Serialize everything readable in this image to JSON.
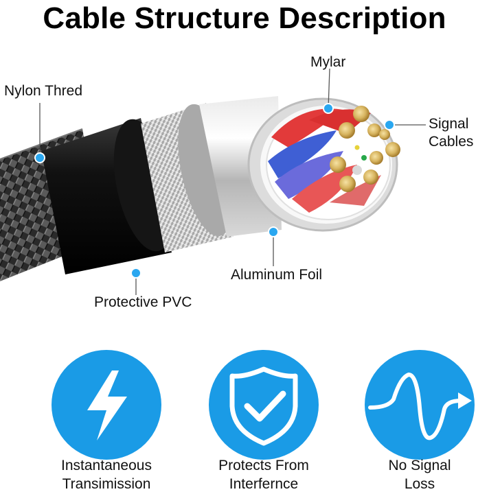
{
  "title": "Cable Structure Description",
  "labels": {
    "mylar": "Mylar",
    "nylon": "Nylon Thred",
    "signal_line1": "Signal",
    "signal_line2": "Cables",
    "aluminum": "Aluminum Foil",
    "pvc": "Protective PVC"
  },
  "features": [
    {
      "icon": "lightning-icon",
      "line1": "Instantaneous",
      "line2": "Transimission"
    },
    {
      "icon": "shield-check-icon",
      "line1": "Protects From",
      "line2": "Interfernce"
    },
    {
      "icon": "signal-wave-icon",
      "line1": "No Signal",
      "line2": "Loss"
    }
  ],
  "colors": {
    "accent": "#1a9be6",
    "dot": "#2aa7f0",
    "jacket": "#1b1b1b",
    "foil": "#c8c8c8"
  }
}
